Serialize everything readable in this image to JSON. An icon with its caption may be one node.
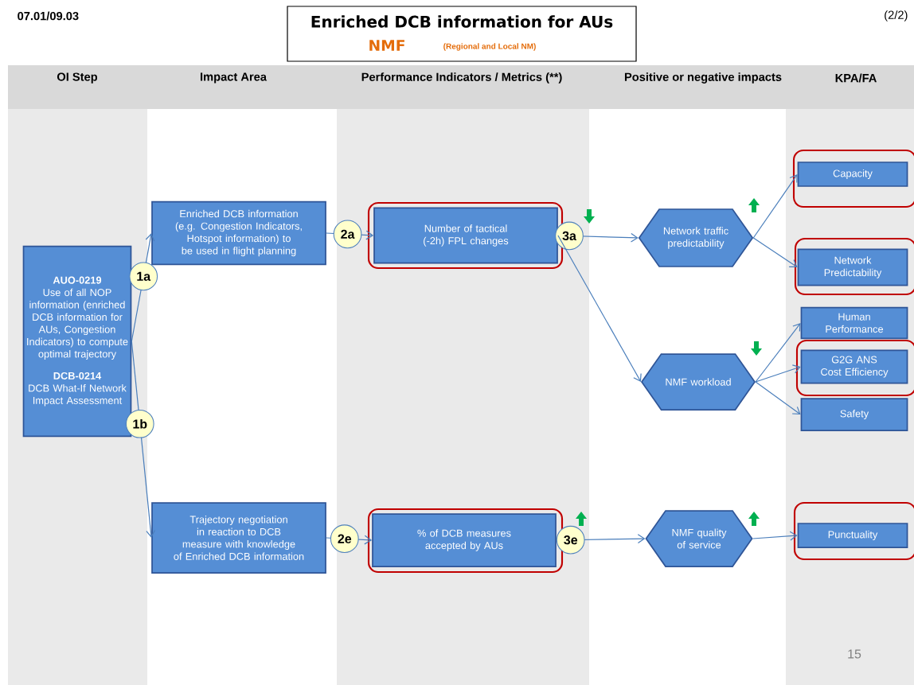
{
  "diagram": {
    "title": "Enriched DCB information for AUs",
    "nodes": [
      {
        "text": [
          "AUO-0219",
          "Use of all NOP information (enriched DCB information for AUs, Congestion Indicators) to compute optimal trajectory",
          "DCB-0214",
          "DCB What-If Network Impact Assessment"
        ]
      },
      {
        "text": [
          "Enriched DCB information (e.g. Congestion Indicators, Hotspot information) to be used in flight planning"
        ]
      },
      {
        "text": [
          "Trajectory negotiation in reaction to DCB measure with knowledge of Enriched DCB information"
        ]
      },
      {
        "text": [
          "Number of tactical (-2h) FPL changes"
        ]
      },
      {
        "text": [
          "% of DCB measures accepted by AUs"
        ]
      },
      {
        "text": [
          "Network traffic predictability"
        ]
      },
      {
        "text": [
          "NMF workload"
        ]
      },
      {
        "text": [
          "NMF quality of service"
        ]
      },
      {
        "text": [
          "Capacity"
        ]
      },
      {
        "text": [
          "Network Predictability"
        ]
      },
      {
        "text": [
          "Human Performance"
        ]
      },
      {
        "text": [
          "G2G ANS Cost Efficiency"
        ]
      },
      {
        "text": [
          "Safety"
        ]
      },
      {
        "text": [
          "Punctuality"
        ]
      }
    ],
    "edges": [
      {
        "from": 0,
        "to": 1,
        "arrow": "to",
        "label": "1a"
      },
      {
        "from": 0,
        "to": 2,
        "arrow": "to",
        "label": "1b"
      },
      {
        "from": 1,
        "to": 3,
        "arrow": "to",
        "label": "2a"
      },
      {
        "from": 2,
        "to": 4,
        "arrow": "to",
        "label": "2e"
      },
      {
        "from": 3,
        "to": 5,
        "arrow": "to",
        "label": "3a"
      },
      {
        "from": 3,
        "to": 6,
        "arrow": "to"
      },
      {
        "from": 4,
        "to": 7,
        "arrow": "to",
        "label": "3e"
      },
      {
        "from": 5,
        "to": 8,
        "arrow": "to"
      },
      {
        "from": 5,
        "to": 9,
        "arrow": "to"
      },
      {
        "from": 6,
        "to": 10,
        "arrow": "to"
      },
      {
        "from": 6,
        "to": 11,
        "arrow": "to"
      },
      {
        "from": 6,
        "to": 12,
        "arrow": "to"
      },
      {
        "from": 7,
        "to": 13,
        "arrow": "to"
      }
    ],
    "labels": [
      "07.01/09.03",
      "NMF",
      "(Regional and Local NM)",
      "(2/2)",
      "OI Step",
      "Impact Area",
      "Performance Indicators / Metrics (**)",
      "Positive or negative impacts",
      "KPA/FA",
      "15"
    ]
  }
}
